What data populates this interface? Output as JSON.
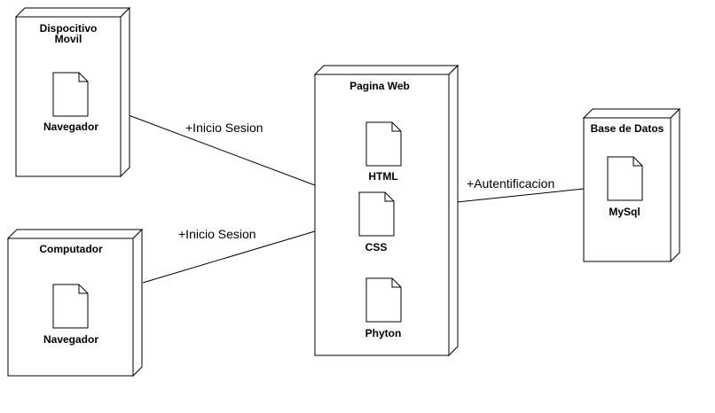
{
  "diagram": {
    "nodes": {
      "mobile": {
        "title_line1": "Dispocitivo",
        "title_line2": "Movil",
        "artifact": "Navegador"
      },
      "computer": {
        "title": "Computador",
        "artifact": "Navegador"
      },
      "web": {
        "title": "Pagina Web",
        "artifacts": [
          "HTML",
          "CSS",
          "Phyton"
        ]
      },
      "db": {
        "title": "Base de Datos",
        "artifact": "MySql"
      }
    },
    "connections": {
      "mobile_web": "+Inicio Sesion",
      "computer_web": "+Inicio Sesion",
      "web_db": "+Autentificacion"
    }
  }
}
